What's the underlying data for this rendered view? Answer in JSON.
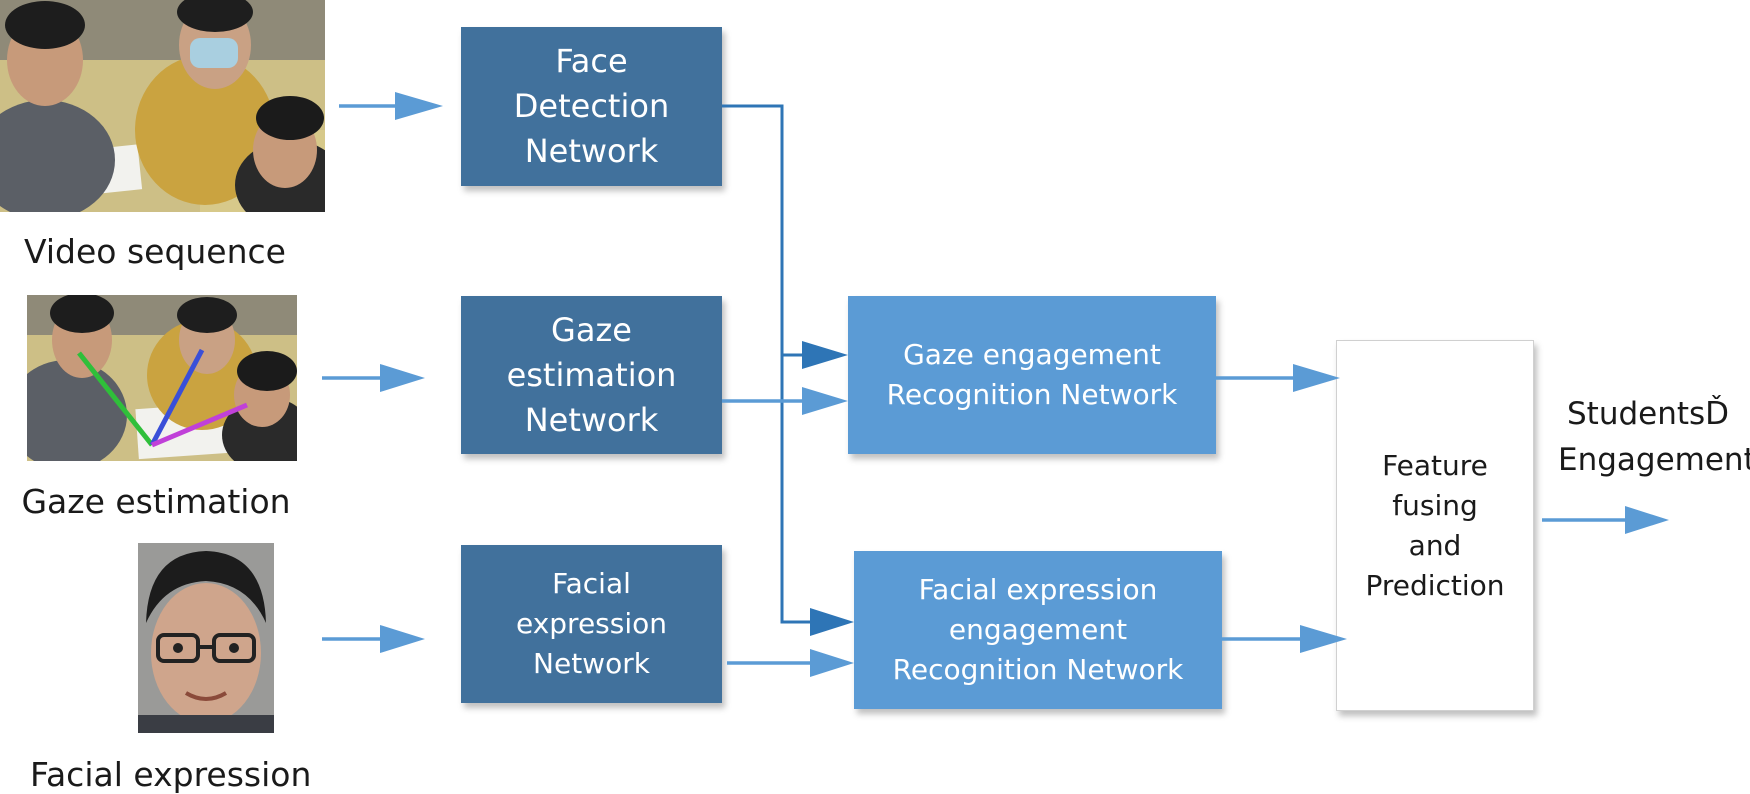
{
  "inputs": {
    "video": {
      "caption": "Video sequence"
    },
    "gaze": {
      "caption": "Gaze estimation"
    },
    "face": {
      "caption": "Facial expression"
    }
  },
  "networks": {
    "face_detection": {
      "lines": [
        "Face",
        "Detection",
        "Network"
      ]
    },
    "gaze_estimation": {
      "lines": [
        "Gaze",
        "estimation",
        "Network"
      ]
    },
    "facial_expression": {
      "lines": [
        "Facial",
        "expression",
        "Network"
      ]
    },
    "gaze_engagement": {
      "lines": [
        "Gaze engagement",
        "Recognition Network"
      ]
    },
    "facial_engagement": {
      "lines": [
        "Facial expression",
        "engagement",
        "Recognition Network"
      ]
    },
    "fusion": {
      "lines": [
        "Feature",
        "fusing",
        "and",
        "Prediction"
      ]
    }
  },
  "output": {
    "lines": [
      "StudentsĎ",
      "Engagement"
    ]
  },
  "colors": {
    "dark_box": "#41719c",
    "light_box": "#5b9bd5",
    "arrow": "#5b9bd5",
    "connector": "#2e75b6"
  }
}
